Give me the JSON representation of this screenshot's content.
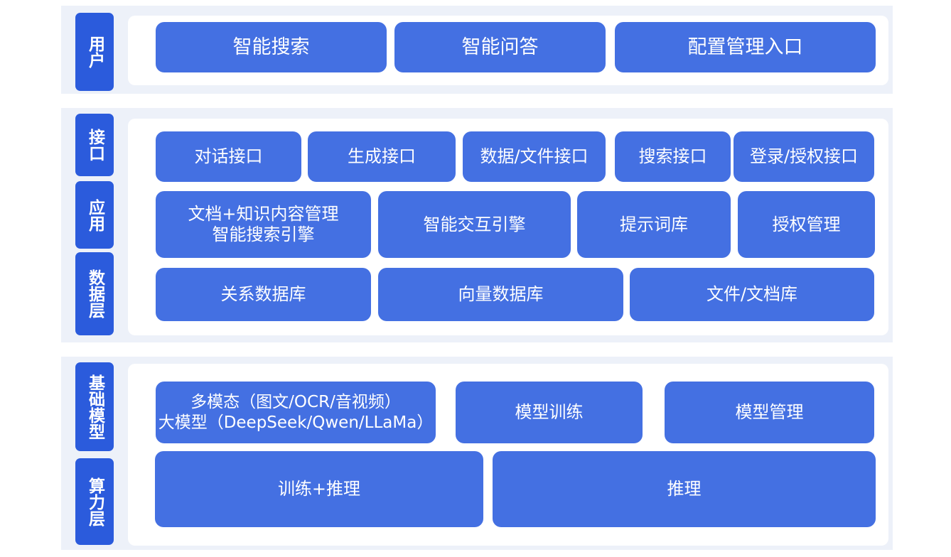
{
  "colors": {
    "label_bg": "#2b5bdc",
    "box_bg": "#4470e2",
    "band_bg": "#edf1f9",
    "panel_bg": "#ffffff",
    "text": "#ffffff"
  },
  "layers": {
    "user": {
      "label": "用户",
      "boxes": [
        "智能搜索",
        "智能问答",
        "配置管理入口"
      ]
    },
    "interface": {
      "label": "接口",
      "boxes": [
        "对话接口",
        "生成接口",
        "数据/文件接口",
        "搜索接口",
        "登录/授权接口"
      ]
    },
    "application": {
      "label": "应用",
      "box1_line1": "文档+知识内容管理",
      "box1_line2": "智能搜索引擎",
      "boxes": [
        "智能交互引擎",
        "提示词库",
        "授权管理"
      ]
    },
    "data": {
      "label": "数据层",
      "boxes": [
        "关系数据库",
        "向量数据库",
        "文件/文档库"
      ]
    },
    "foundation_model": {
      "label": "基础模型",
      "box1_line1": "多模态（图文/OCR/音视频）",
      "box1_line2": "大模型（DeepSeek/Qwen/LLaMa）",
      "boxes": [
        "模型训练",
        "模型管理"
      ]
    },
    "compute": {
      "label": "算力层",
      "boxes": [
        "训练+推理",
        "推理"
      ]
    }
  }
}
